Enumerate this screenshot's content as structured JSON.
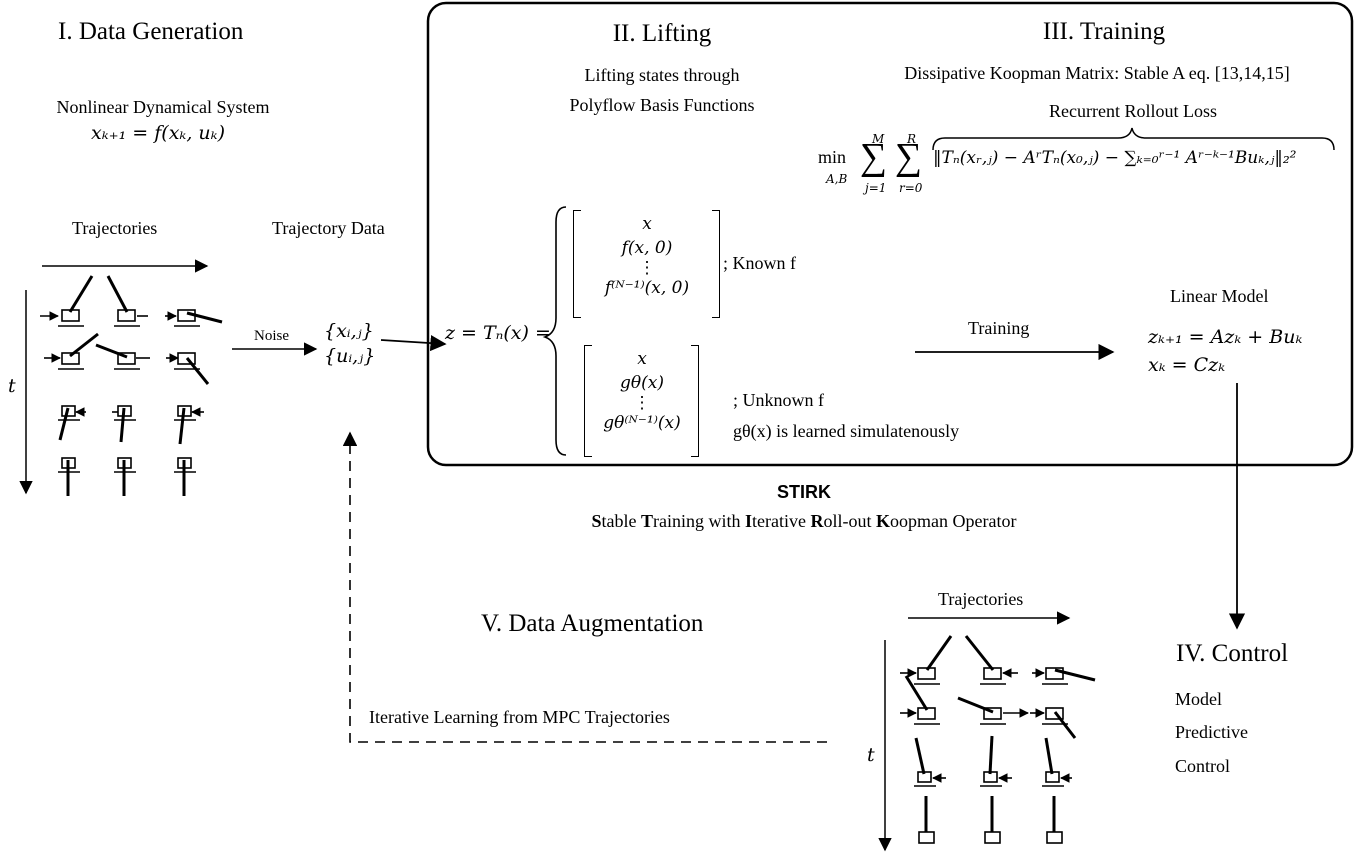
{
  "section1": {
    "title": "I. Data Generation",
    "system_label": "Nonlinear Dynamical System",
    "system_eq": "xₖ₊₁ = f(xₖ, uₖ)",
    "trajectories_label": "Trajectories",
    "time_label": "t"
  },
  "trajectory_data": {
    "label": "Trajectory Data",
    "noise_label": "Noise",
    "x_set": "{xᵢ,ⱼ}",
    "u_set": "{uᵢ,ⱼ}"
  },
  "section2": {
    "title": "II. Lifting",
    "line1": "Lifting states through",
    "line2": "Polyflow Basis Functions",
    "lhs": "z = Tₙ(x) =",
    "known_rows": [
      "x",
      "f(x, 0)",
      "⋮",
      "f⁽ᴺ⁻¹⁾(x, 0)"
    ],
    "known_label": "; Known f",
    "unknown_rows": [
      "x",
      "gθ(x)",
      "⋮",
      "gθ⁽ᴺ⁻¹⁾(x)"
    ],
    "unknown_label": "; Unknown f",
    "unknown_note": "gθ(x) is learned simulatenously"
  },
  "section3": {
    "title": "III. Training",
    "subtitle": "Dissipative Koopman Matrix: Stable A  eq. [13,14,15]",
    "loss_label": "Recurrent Rollout Loss",
    "min": "min",
    "min_sub": "A,B",
    "sum1_top": "M",
    "sum1_bot": "j=1",
    "sum2_top": "R",
    "sum2_bot": "r=0",
    "loss_expr": "‖Tₙ(xᵣ,ⱼ) − AʳTₙ(x₀,ⱼ) − ∑ₖ₌₀ʳ⁻¹ Aʳ⁻ᵏ⁻¹Buₖ,ⱼ‖₂²",
    "training_arrow_label": "Training",
    "linear_model_label": "Linear Model",
    "linear_eq1": "zₖ₊₁ = Azₖ + Buₖ",
    "linear_eq2": "xₖ  =  Czₖ"
  },
  "stirk": {
    "title": "STIRK",
    "expansion": [
      {
        "bold": "S",
        "rest": "table "
      },
      {
        "bold": "T",
        "rest": "raining with "
      },
      {
        "bold": "I",
        "rest": "terative "
      },
      {
        "bold": "R",
        "rest": "oll-out "
      },
      {
        "bold": "K",
        "rest": "oopman Operator"
      }
    ]
  },
  "section4": {
    "title": "IV. Control",
    "lines": [
      "Model",
      "Predictive",
      "Control"
    ]
  },
  "section5": {
    "title": "V. Data Augmentation",
    "feedback_label": "Iterative Learning from MPC Trajectories",
    "trajectories_label": "Trajectories",
    "time_label": "t"
  }
}
